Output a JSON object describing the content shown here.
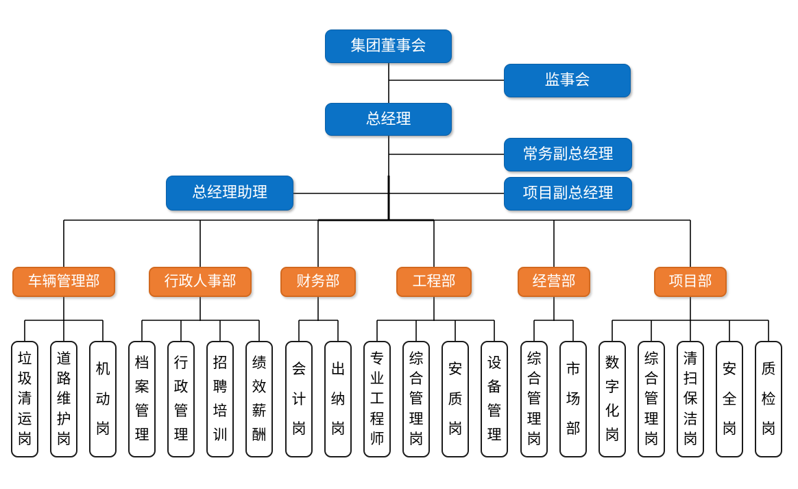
{
  "colors": {
    "executive_node_fill": "#0b72c6",
    "executive_node_border": "#0a5fa6",
    "department_node_fill": "#ed7d31",
    "department_node_border": "#d2691f",
    "position_node_fill": "#ffffff",
    "position_node_border": "#1a1a1a",
    "connector_line": "#000000",
    "executive_text": "#ffffff",
    "department_text": "#ffffff",
    "position_text": "#000000"
  },
  "top_level": {
    "board": "集团董事会",
    "supervisory_board": "监事会",
    "general_manager": "总经理",
    "executive_deputy_gm": "常务副总经理",
    "project_deputy_gm": "项目副总经理",
    "gm_assistant": "总经理助理"
  },
  "departments": [
    {
      "name": "车辆管理部",
      "positions": [
        "垃圾清运岗",
        "道路维护岗",
        "机动岗"
      ]
    },
    {
      "name": "行政人事部",
      "positions": [
        "档案管理",
        "行政管理",
        "招聘培训",
        "绩效薪酬"
      ]
    },
    {
      "name": "财务部",
      "positions": [
        "会计岗",
        "出纳岗"
      ]
    },
    {
      "name": "工程部",
      "positions": [
        "专业工程师",
        "综合管理岗",
        "安质岗",
        "设备管理"
      ]
    },
    {
      "name": "经营部",
      "positions": [
        "综合管理岗",
        "市场部"
      ]
    },
    {
      "name": "项目部",
      "positions": [
        "数字化岗",
        "综合管理岗",
        "清扫保洁岗",
        "安全岗",
        "质检岗"
      ]
    }
  ]
}
